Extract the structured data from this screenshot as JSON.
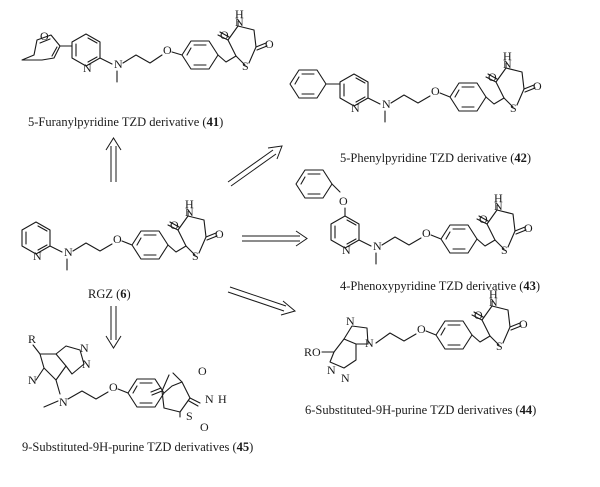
{
  "atoms": {
    "O": "O",
    "N": "N",
    "H": "H",
    "S": "S",
    "R": "R",
    "RO": "RO"
  },
  "compounds": [
    {
      "name": "5-Furanylpyridine TZD derivative",
      "number": "41"
    },
    {
      "name": "5-Phenylpyridine TZD derivative",
      "number": "42"
    },
    {
      "name": "RGZ",
      "number": "6"
    },
    {
      "name": "4-Phenoxypyridine TZD derivative",
      "number": "43"
    },
    {
      "name": "6-Substituted-9H-purine TZD derivatives",
      "number": "44"
    },
    {
      "name": "9-Substituted-9H-purine TZD derivatives",
      "number": "45"
    }
  ]
}
